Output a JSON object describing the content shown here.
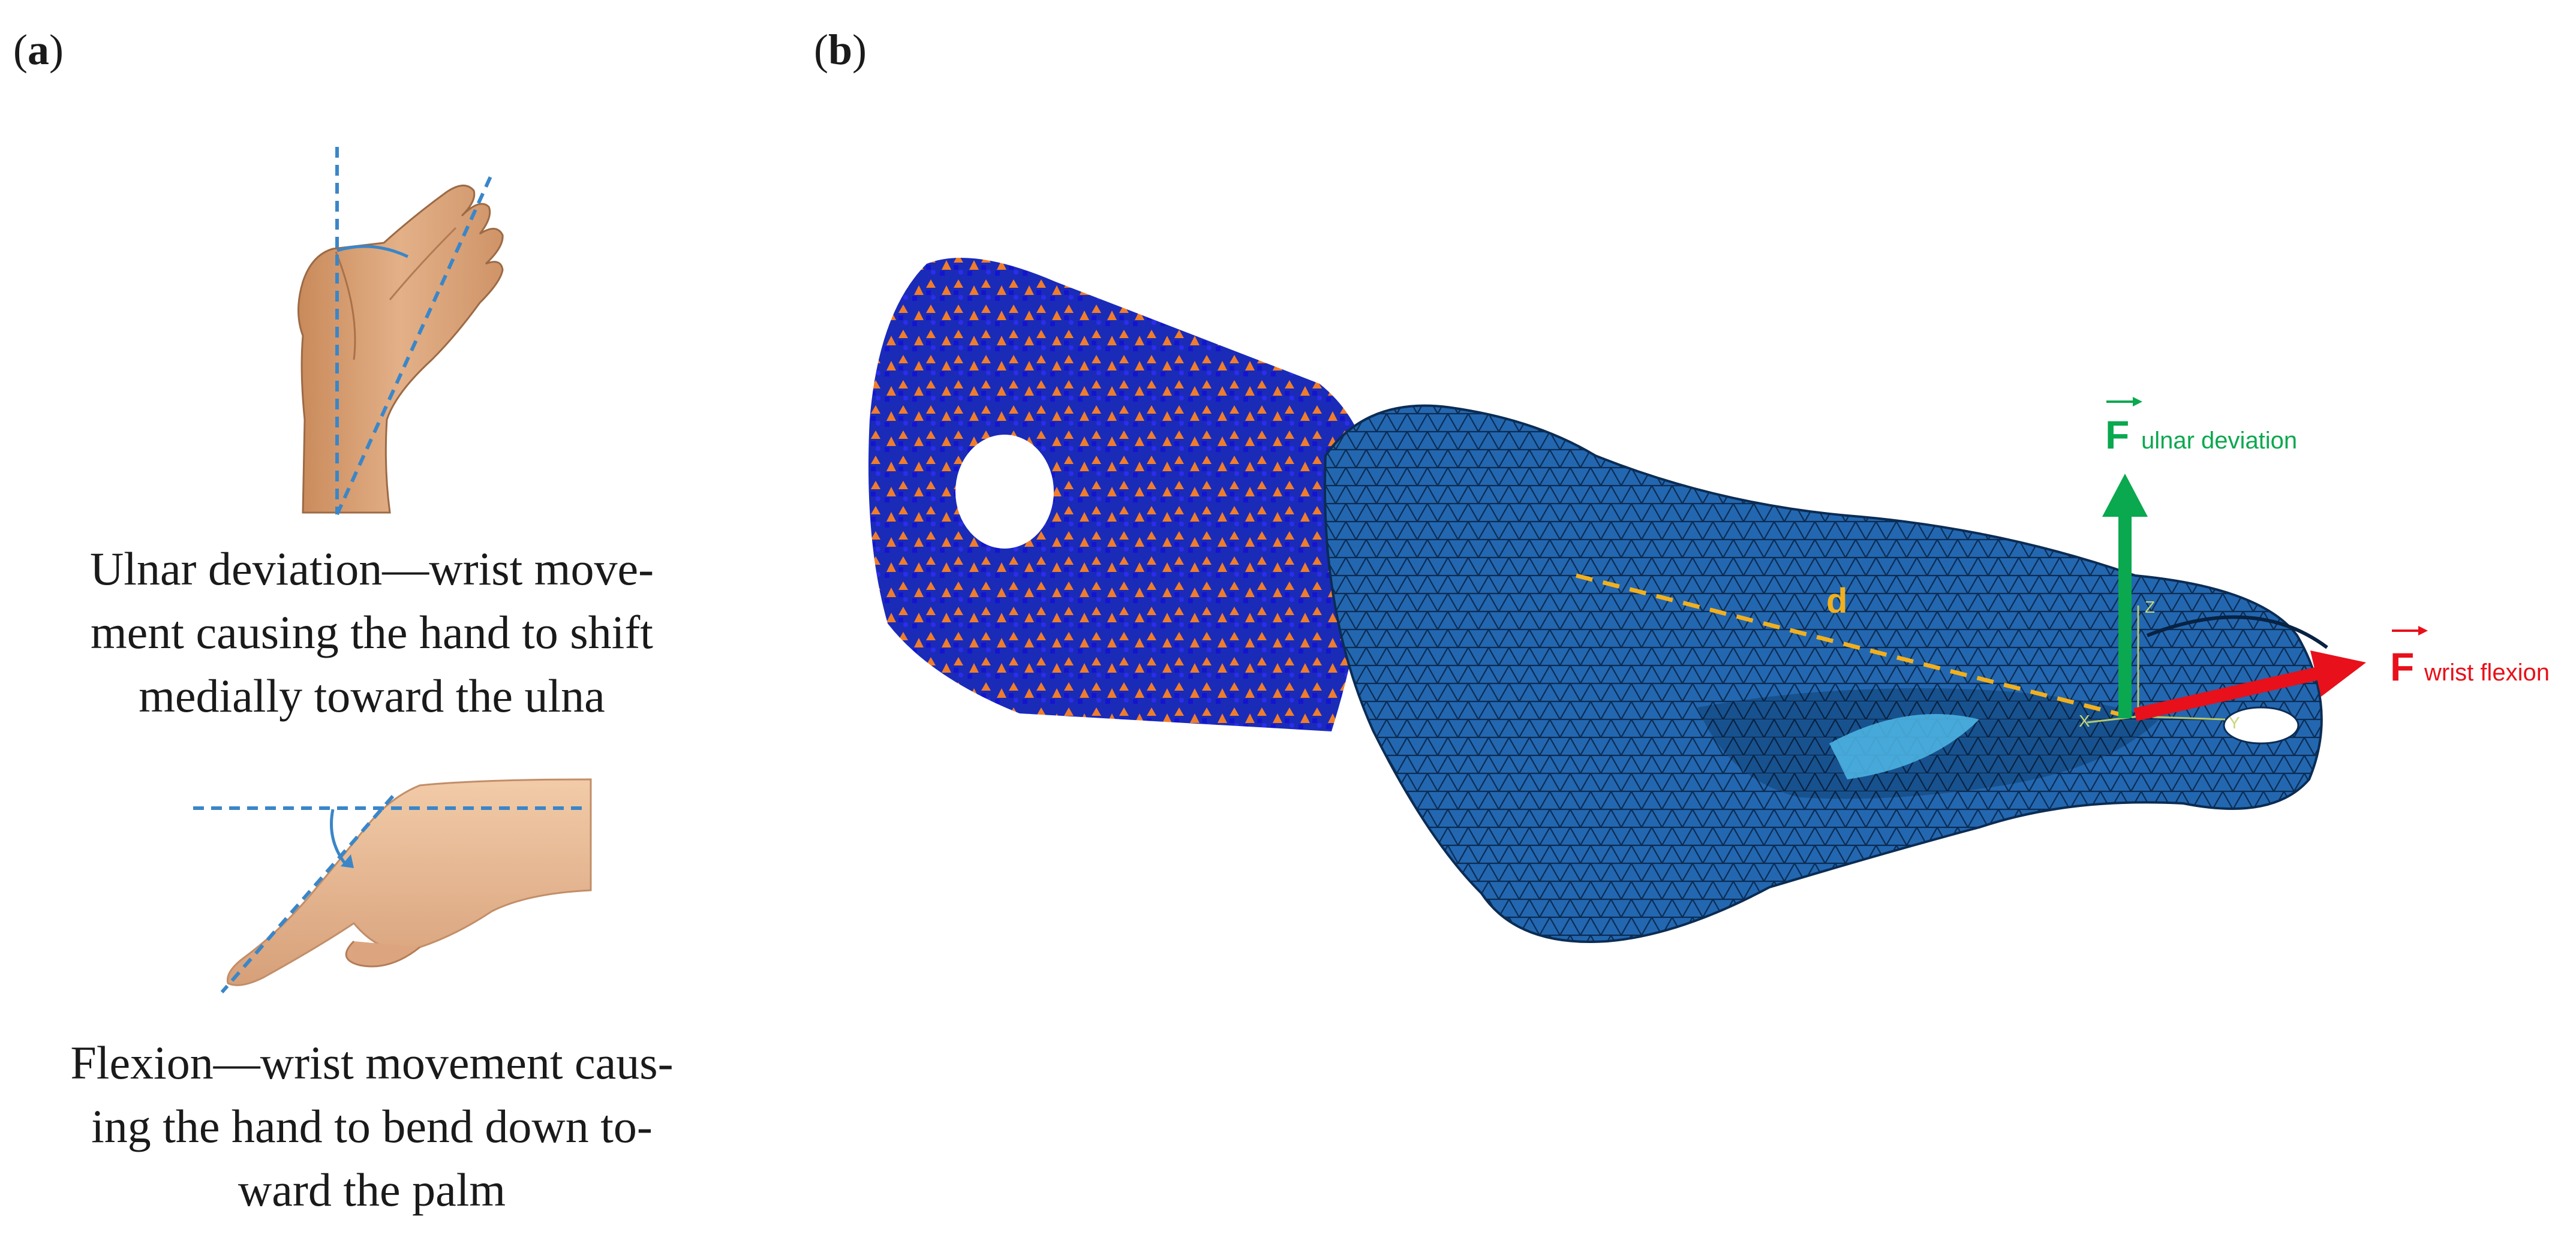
{
  "panel_a": {
    "label_open": "(",
    "label_letter": "a",
    "label_close": ")",
    "ulnar_caption": [
      "Ulnar deviation—wrist move-",
      "ment causing the hand to shift",
      "medially toward the ulna"
    ],
    "flexion_caption": [
      "Flexion—wrist movement caus-",
      "ing the hand to bend down to-",
      "ward the palm"
    ]
  },
  "panel_b": {
    "label_open": "(",
    "label_letter": "b",
    "label_close": ")",
    "distance_label": "d",
    "force_ulnar": {
      "symbol": "F",
      "subscript": "ulnar deviation",
      "color": "#0aa84f"
    },
    "force_flexion": {
      "symbol": "F",
      "subscript": "wrist flexion",
      "color": "#e8101a"
    },
    "axis_labels": {
      "z": "Z",
      "y": "Y",
      "x": "X"
    }
  },
  "colors": {
    "mesh_fill": "#1f63ab",
    "mesh_lines": "#0b2c54",
    "constraint_orange": "#f07d2b",
    "constraint_blue": "#1c1ccf",
    "dashed_axis": "#3a86c8",
    "distance_line": "#f2b01e"
  }
}
